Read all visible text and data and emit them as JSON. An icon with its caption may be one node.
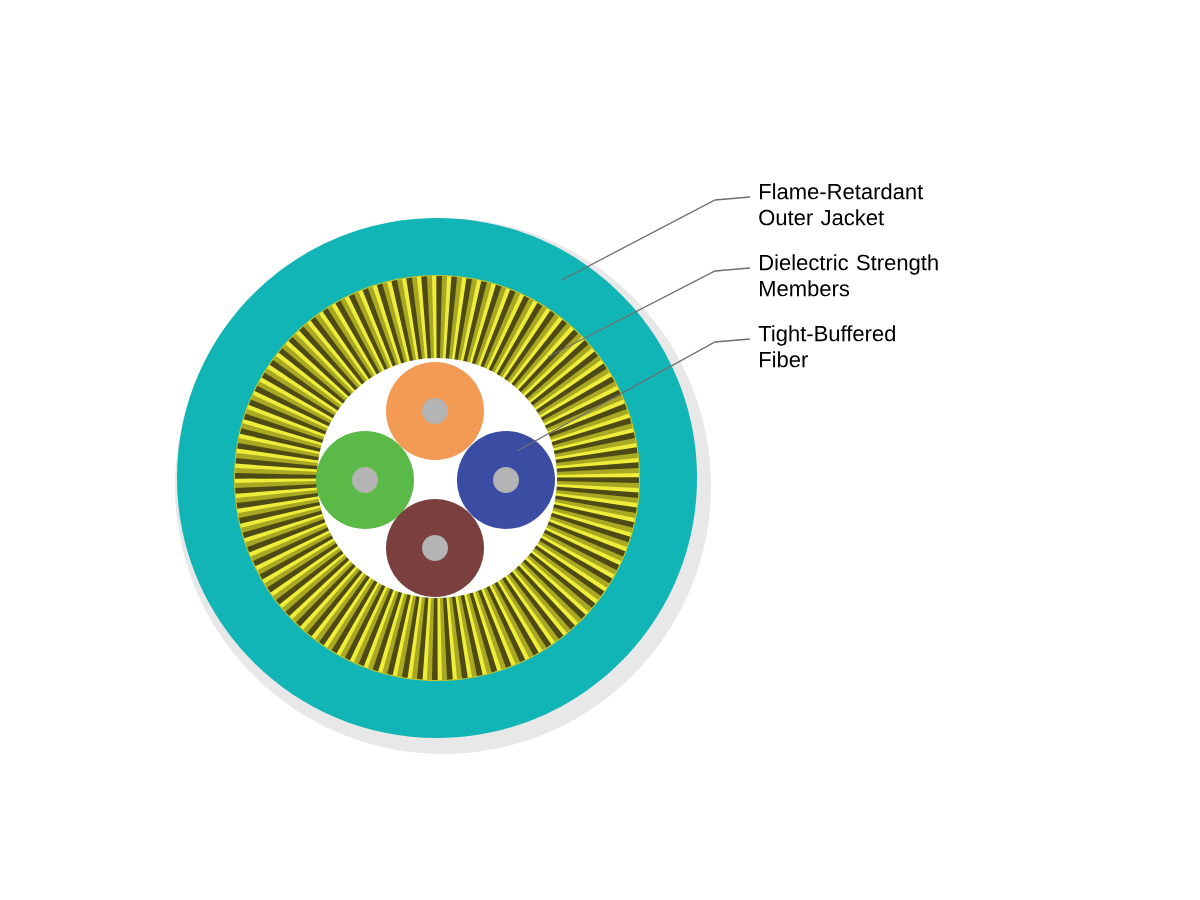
{
  "diagram": {
    "nodes": [
      {
        "text": [
          "Flame-Retardant Outer Jacket"
        ]
      },
      {
        "text": [
          "Dielectric Strength Members"
        ]
      },
      {
        "text": [
          "Tight-Buffered Fiber"
        ]
      },
      {
        "text": [],
        "shape": "circle"
      },
      {
        "text": [],
        "shape": "circle",
        "in": 3
      },
      {
        "text": [],
        "shape": "circle",
        "in": 4
      }
    ],
    "edges": [
      {
        "from": 0,
        "to": 3,
        "arrow": "none"
      },
      {
        "from": 1,
        "to": 4,
        "arrow": "none"
      },
      {
        "from": 2,
        "to": 5,
        "arrow": "none"
      }
    ]
  }
}
